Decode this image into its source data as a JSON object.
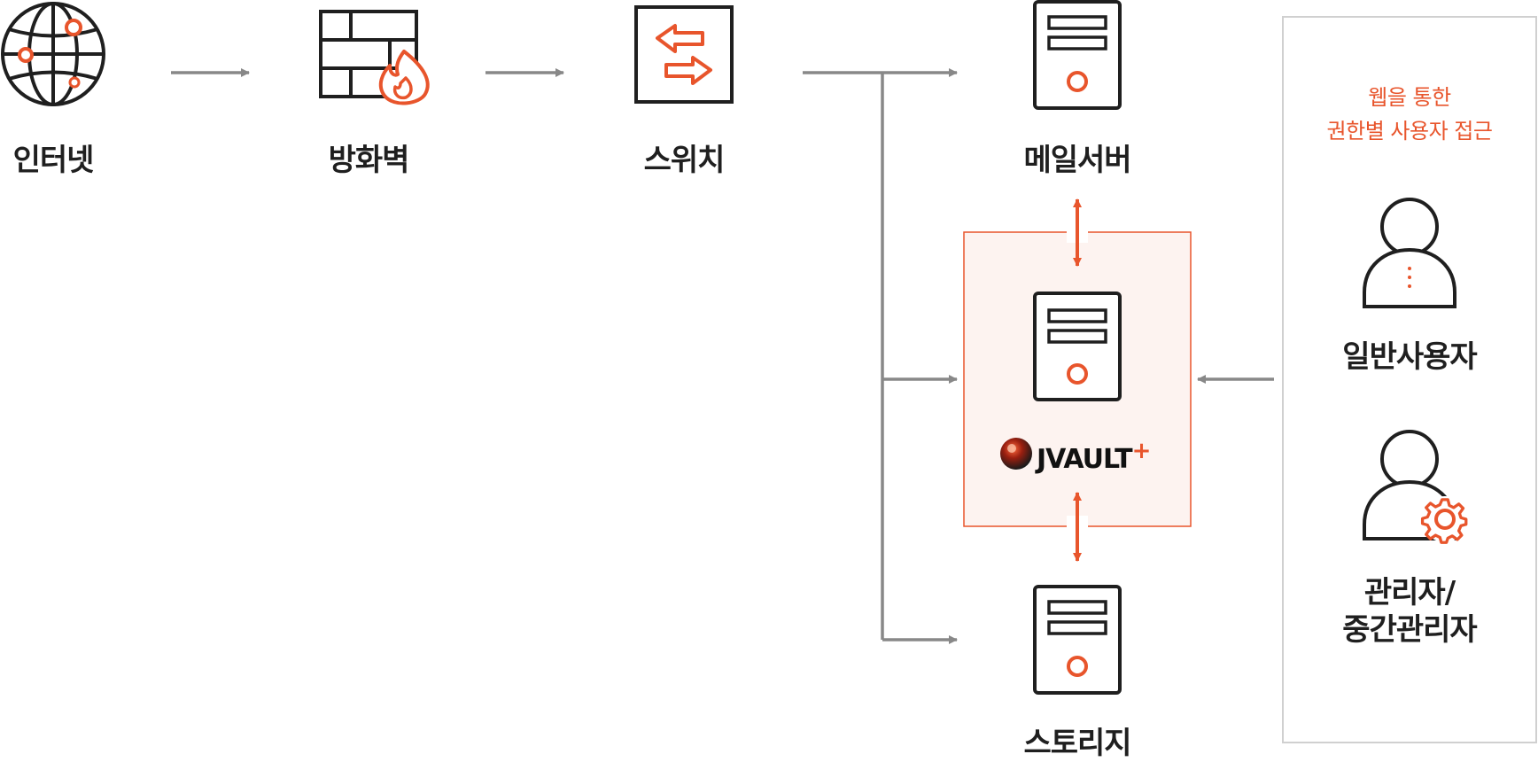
{
  "nodes": {
    "internet": "인터넷",
    "firewall": "방화벽",
    "switch": "스위치",
    "mail_server": "메일서버",
    "storage": "스토리지"
  },
  "product": {
    "name": "JVAULT",
    "suffix": "+"
  },
  "access_panel": {
    "title_line1": "웹을 통한",
    "title_line2": "권한별 사용자 접근",
    "general_user": "일반사용자",
    "admin_line1": "관리자/",
    "admin_line2": "중간관리자"
  },
  "colors": {
    "accent": "#e8552c",
    "arrow_gray": "#888888",
    "icon_dark": "#1f1f1f",
    "highlight_fill": "#fdf3f0",
    "panel_border": "#d0d0d0"
  }
}
